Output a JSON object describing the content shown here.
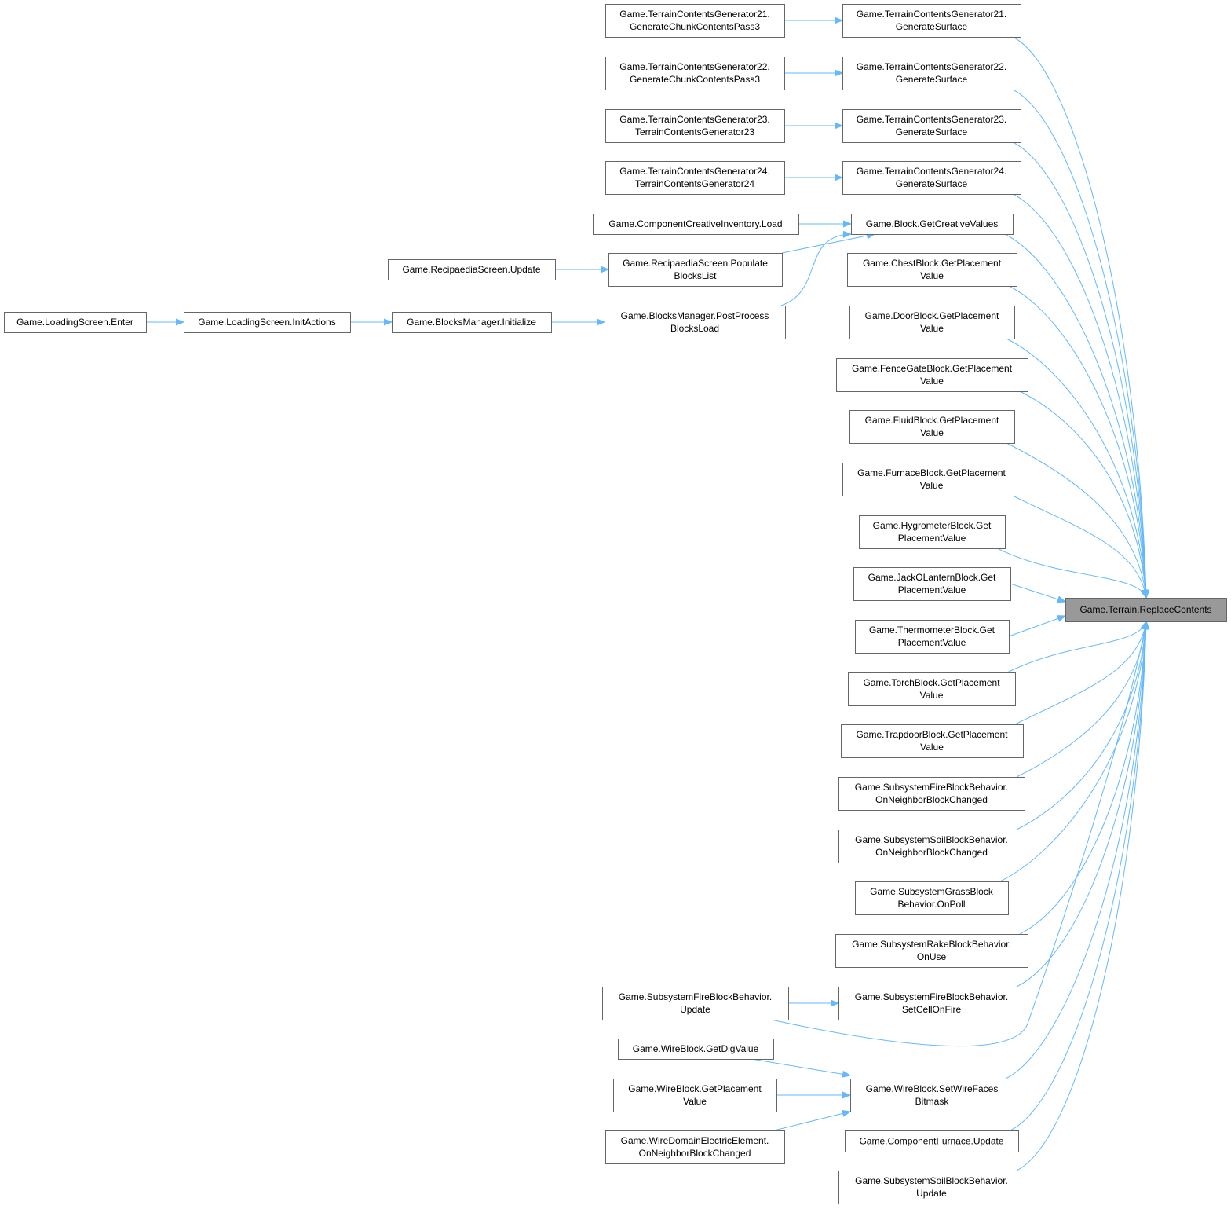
{
  "diagram": {
    "type": "call-graph",
    "edge_color": "#63b8ff",
    "target_fill": "#999999",
    "nodes": {
      "target": {
        "lines": [
          "Game.Terrain.ReplaceContents"
        ]
      },
      "r1": {
        "lines": [
          "Game.TerrainContentsGenerator21.",
          "GenerateSurface"
        ]
      },
      "r2": {
        "lines": [
          "Game.TerrainContentsGenerator22.",
          "GenerateSurface"
        ]
      },
      "r3": {
        "lines": [
          "Game.TerrainContentsGenerator23.",
          "GenerateSurface"
        ]
      },
      "r4": {
        "lines": [
          "Game.TerrainContentsGenerator24.",
          "GenerateSurface"
        ]
      },
      "r5": {
        "lines": [
          "Game.Block.GetCreativeValues"
        ]
      },
      "r6": {
        "lines": [
          "Game.ChestBlock.GetPlacement",
          "Value"
        ]
      },
      "r7": {
        "lines": [
          "Game.DoorBlock.GetPlacement",
          "Value"
        ]
      },
      "r8": {
        "lines": [
          "Game.FenceGateBlock.GetPlacement",
          "Value"
        ]
      },
      "r9": {
        "lines": [
          "Game.FluidBlock.GetPlacement",
          "Value"
        ]
      },
      "r10": {
        "lines": [
          "Game.FurnaceBlock.GetPlacement",
          "Value"
        ]
      },
      "r11": {
        "lines": [
          "Game.HygrometerBlock.Get",
          "PlacementValue"
        ]
      },
      "r12": {
        "lines": [
          "Game.JackOLanternBlock.Get",
          "PlacementValue"
        ]
      },
      "r13": {
        "lines": [
          "Game.ThermometerBlock.Get",
          "PlacementValue"
        ]
      },
      "r14": {
        "lines": [
          "Game.TorchBlock.GetPlacement",
          "Value"
        ]
      },
      "r15": {
        "lines": [
          "Game.TrapdoorBlock.GetPlacement",
          "Value"
        ]
      },
      "r16": {
        "lines": [
          "Game.SubsystemFireBlockBehavior.",
          "OnNeighborBlockChanged"
        ]
      },
      "r17": {
        "lines": [
          "Game.SubsystemSoilBlockBehavior.",
          "OnNeighborBlockChanged"
        ]
      },
      "r18": {
        "lines": [
          "Game.SubsystemGrassBlock",
          "Behavior.OnPoll"
        ]
      },
      "r19": {
        "lines": [
          "Game.SubsystemRakeBlockBehavior.",
          "OnUse"
        ]
      },
      "r20": {
        "lines": [
          "Game.SubsystemFireBlockBehavior.",
          "SetCellOnFire"
        ]
      },
      "r21": {
        "lines": [
          "Game.WireBlock.SetWireFaces",
          "Bitmask"
        ]
      },
      "r22": {
        "lines": [
          "Game.ComponentFurnace.Update"
        ]
      },
      "r23": {
        "lines": [
          "Game.SubsystemSoilBlockBehavior.",
          "Update"
        ]
      },
      "a1": {
        "lines": [
          "Game.TerrainContentsGenerator21.",
          "GenerateChunkContentsPass3"
        ]
      },
      "a2": {
        "lines": [
          "Game.TerrainContentsGenerator22.",
          "GenerateChunkContentsPass3"
        ]
      },
      "a3": {
        "lines": [
          "Game.TerrainContentsGenerator23.",
          "TerrainContentsGenerator23"
        ]
      },
      "a4": {
        "lines": [
          "Game.TerrainContentsGenerator24.",
          "TerrainContentsGenerator24"
        ]
      },
      "a5": {
        "lines": [
          "Game.ComponentCreativeInventory.Load"
        ]
      },
      "a6": {
        "lines": [
          "Game.RecipaediaScreen.Populate",
          "BlocksList"
        ]
      },
      "a7": {
        "lines": [
          "Game.BlocksManager.PostProcess",
          "BlocksLoad"
        ]
      },
      "a8": {
        "lines": [
          "Game.SubsystemFireBlockBehavior.",
          "Update"
        ]
      },
      "a9": {
        "lines": [
          "Game.WireBlock.GetDigValue"
        ]
      },
      "a10": {
        "lines": [
          "Game.WireBlock.GetPlacement",
          "Value"
        ]
      },
      "a11": {
        "lines": [
          "Game.WireDomainElectricElement.",
          "OnNeighborBlockChanged"
        ]
      },
      "b1": {
        "lines": [
          "Game.RecipaediaScreen.Update"
        ]
      },
      "b2": {
        "lines": [
          "Game.BlocksManager.Initialize"
        ]
      },
      "c1": {
        "lines": [
          "Game.LoadingScreen.InitActions"
        ]
      },
      "d1": {
        "lines": [
          "Game.LoadingScreen.Enter"
        ]
      }
    },
    "edges": [
      [
        "r1",
        "target"
      ],
      [
        "r2",
        "target"
      ],
      [
        "r3",
        "target"
      ],
      [
        "r4",
        "target"
      ],
      [
        "r5",
        "target"
      ],
      [
        "r6",
        "target"
      ],
      [
        "r7",
        "target"
      ],
      [
        "r8",
        "target"
      ],
      [
        "r9",
        "target"
      ],
      [
        "r10",
        "target"
      ],
      [
        "r11",
        "target"
      ],
      [
        "r12",
        "target"
      ],
      [
        "r13",
        "target"
      ],
      [
        "r14",
        "target"
      ],
      [
        "r15",
        "target"
      ],
      [
        "r16",
        "target"
      ],
      [
        "r17",
        "target"
      ],
      [
        "r18",
        "target"
      ],
      [
        "r19",
        "target"
      ],
      [
        "r20",
        "target"
      ],
      [
        "r21",
        "target"
      ],
      [
        "r22",
        "target"
      ],
      [
        "r23",
        "target"
      ],
      [
        "a8",
        "target"
      ],
      [
        "a1",
        "r1"
      ],
      [
        "a2",
        "r2"
      ],
      [
        "a3",
        "r3"
      ],
      [
        "a4",
        "r4"
      ],
      [
        "a5",
        "r5"
      ],
      [
        "a6",
        "r5"
      ],
      [
        "a7",
        "r5"
      ],
      [
        "a8",
        "r20"
      ],
      [
        "a9",
        "r21"
      ],
      [
        "a10",
        "r21"
      ],
      [
        "a11",
        "r21"
      ],
      [
        "b1",
        "a6"
      ],
      [
        "b2",
        "a7"
      ],
      [
        "c1",
        "b2"
      ],
      [
        "d1",
        "c1"
      ]
    ]
  }
}
